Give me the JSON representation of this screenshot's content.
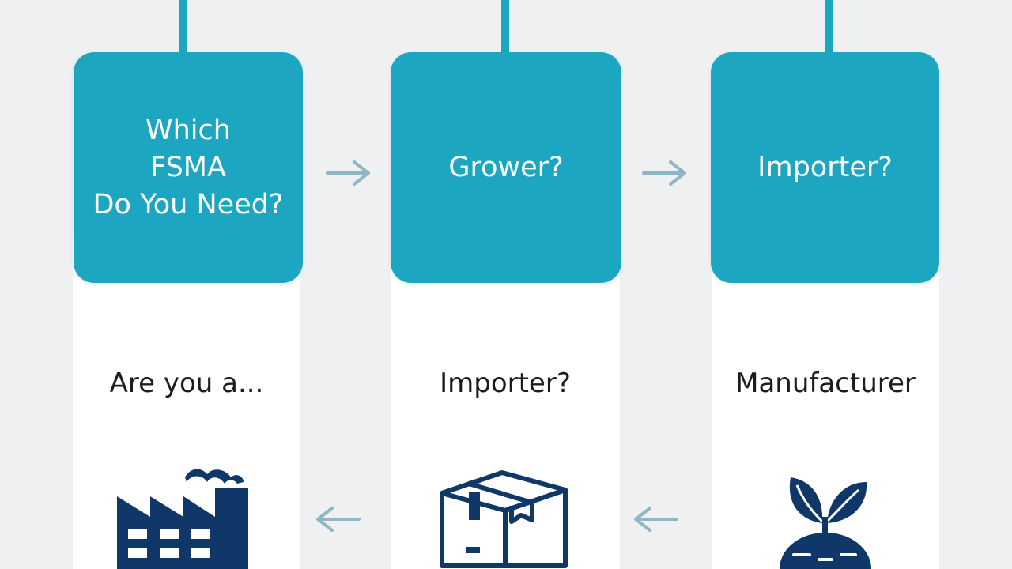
{
  "top_row": {
    "boxes": [
      {
        "lines": [
          "Which",
          "FSMA",
          "Do You Need?"
        ]
      },
      {
        "lines": [
          "Grower?"
        ]
      },
      {
        "lines": [
          "Importer?"
        ]
      }
    ]
  },
  "bottom_row": {
    "labels": [
      "Are you a...",
      "Importer?",
      "Manufacturer"
    ]
  },
  "icons": [
    "factory-icon",
    "box-icon",
    "plant-icon",
    "arrow-right-icon",
    "arrow-left-icon"
  ],
  "colors": {
    "box_fill": "#1da6c1",
    "connector": "#1ba6c2",
    "arrow": "#8fb6c4",
    "icon": "#0f3868",
    "panel": "#ffffff",
    "background": "#eef0f2"
  }
}
